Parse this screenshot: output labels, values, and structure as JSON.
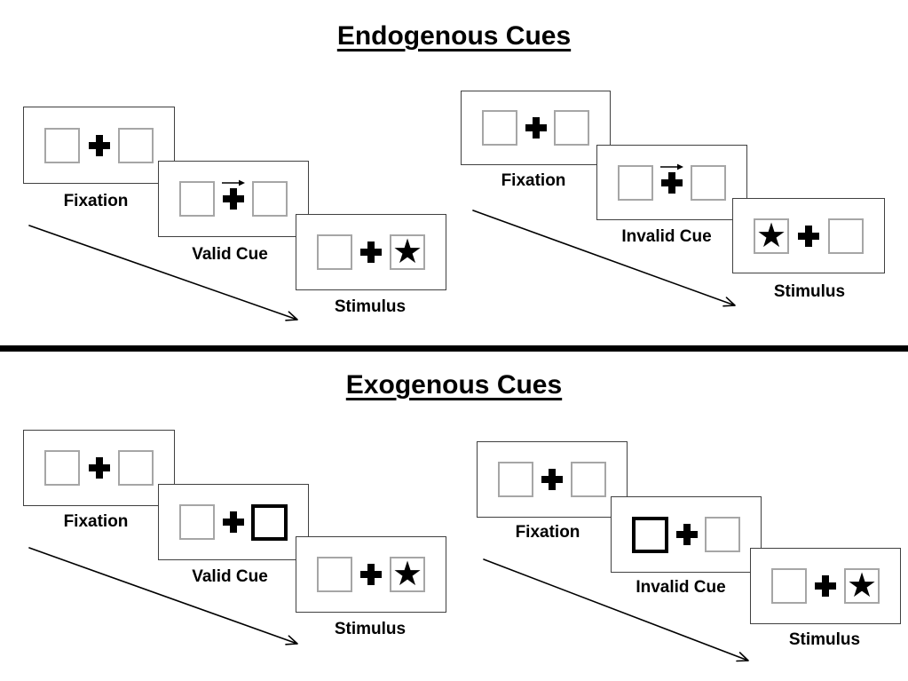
{
  "glyphs": {
    "star": "★"
  },
  "colors": {
    "ink": "#000000",
    "panel_border": "#404040",
    "box_border_gray": "#a6a6a6",
    "background": "#ffffff"
  },
  "sections": [
    {
      "title": "Endogenous Cues",
      "sequences": [
        {
          "name": "valid",
          "panels": [
            {
              "label": "Fixation",
              "left_box": "empty",
              "right_box": "empty",
              "center": "fixation-cross"
            },
            {
              "label": "Valid Cue",
              "left_box": "empty",
              "right_box": "empty",
              "center": "fixation-cross",
              "cue": "right-pointing-arrow-above-cross"
            },
            {
              "label": "Stimulus",
              "left_box": "empty",
              "right_box": "star",
              "center": "fixation-cross"
            }
          ]
        },
        {
          "name": "invalid",
          "panels": [
            {
              "label": "Fixation",
              "left_box": "empty",
              "right_box": "empty",
              "center": "fixation-cross"
            },
            {
              "label": "Invalid Cue",
              "left_box": "empty",
              "right_box": "empty",
              "center": "fixation-cross",
              "cue": "right-pointing-arrow-above-cross"
            },
            {
              "label": "Stimulus",
              "left_box": "star",
              "right_box": "empty",
              "center": "fixation-cross"
            }
          ]
        }
      ]
    },
    {
      "title": "Exogenous Cues",
      "sequences": [
        {
          "name": "valid",
          "panels": [
            {
              "label": "Fixation",
              "left_box": "empty",
              "right_box": "empty",
              "center": "fixation-cross"
            },
            {
              "label": "Valid Cue",
              "left_box": "empty",
              "right_box": "highlighted-thick-border",
              "center": "fixation-cross"
            },
            {
              "label": "Stimulus",
              "left_box": "empty",
              "right_box": "star",
              "center": "fixation-cross"
            }
          ]
        },
        {
          "name": "invalid",
          "panels": [
            {
              "label": "Fixation",
              "left_box": "empty",
              "right_box": "empty",
              "center": "fixation-cross"
            },
            {
              "label": "Invalid Cue",
              "left_box": "highlighted-thick-border",
              "right_box": "empty",
              "center": "fixation-cross"
            },
            {
              "label": "Stimulus",
              "left_box": "empty",
              "right_box": "star",
              "center": "fixation-cross"
            }
          ]
        }
      ]
    }
  ]
}
